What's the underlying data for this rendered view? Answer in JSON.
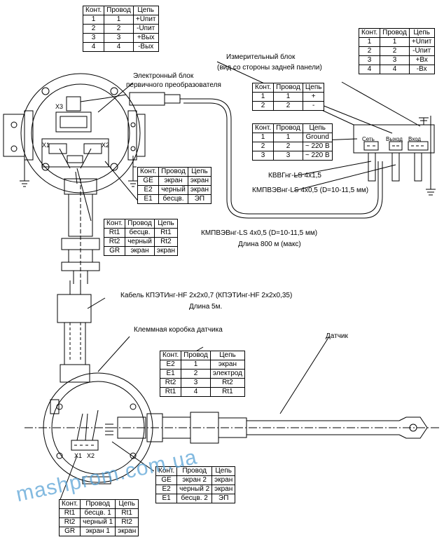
{
  "tables": {
    "top_sensor": {
      "header": [
        "Конт.",
        "Провод",
        "Цепь"
      ],
      "rows": [
        [
          "1",
          "1",
          "+Uпит"
        ],
        [
          "2",
          "2",
          "-Uпит"
        ],
        [
          "3",
          "3",
          "+Вых"
        ],
        [
          "4",
          "4",
          "-Вых"
        ]
      ]
    },
    "meas_block_rear": {
      "header": [
        "Конт.",
        "Провод",
        "Цепь"
      ],
      "rows": [
        [
          "1",
          "1",
          "+Uпит"
        ],
        [
          "2",
          "2",
          "-Uпит"
        ],
        [
          "3",
          "3",
          "+Вх"
        ],
        [
          "4",
          "4",
          "-Вх"
        ]
      ]
    },
    "exit_signal": {
      "header": [
        "Конт.",
        "Провод",
        "Цепь"
      ],
      "rows": [
        [
          "1",
          "1",
          "+"
        ],
        [
          "2",
          "2",
          "-"
        ]
      ]
    },
    "power": {
      "header": [
        "Конт.",
        "Провод",
        "Цепь"
      ],
      "rows": [
        [
          "1",
          "1",
          "Ground"
        ],
        [
          "2",
          "2",
          "~ 220 В"
        ],
        [
          "3",
          "3",
          "~ 220 В"
        ]
      ]
    },
    "x1_contacts": {
      "header": [
        "Конт.",
        "Провод",
        "Цепь"
      ],
      "rows": [
        [
          "GE",
          "экран",
          "экран"
        ],
        [
          "E2",
          "черный",
          "экран"
        ],
        [
          "E1",
          "бесцв.",
          "ЭП"
        ]
      ]
    },
    "x2_contacts": {
      "header": [
        "Конт.",
        "Провод",
        "Цепь"
      ],
      "rows": [
        [
          "Rt1",
          "бесцв.",
          "Rt1"
        ],
        [
          "Rt2",
          "черный",
          "Rt2"
        ],
        [
          "GR",
          "экран",
          "экран"
        ]
      ]
    },
    "junction_box": {
      "header": [
        "Конт.",
        "Провод",
        "Цепь"
      ],
      "rows": [
        [
          "E2",
          "1",
          "экран"
        ],
        [
          "E1",
          "2",
          "электрод"
        ],
        [
          "Rt2",
          "3",
          "Rt2"
        ],
        [
          "Rt1",
          "4",
          "Rt1"
        ]
      ]
    },
    "bottom_x2": {
      "header": [
        "Конт.",
        "Провод",
        "Цепь"
      ],
      "rows": [
        [
          "GE",
          "экран 2",
          "экран"
        ],
        [
          "E2",
          "черный 2",
          "экран"
        ],
        [
          "E1",
          "бесцв. 2",
          "ЭП"
        ]
      ]
    },
    "bottom_x1": {
      "header": [
        "Конт.",
        "Провод",
        "Цепь"
      ],
      "rows": [
        [
          "Rt1",
          "бесцв. 1",
          "Rt1"
        ],
        [
          "Rt2",
          "черный 1",
          "Rt2"
        ],
        [
          "GR",
          "экран 1",
          "экран"
        ]
      ]
    }
  },
  "labels": {
    "meas_block_title": "Измерительный блок",
    "meas_block_sub": "(вид со стороны задней панели)",
    "electronic_block_1": "Электронный блок",
    "electronic_block_2": "первичного преобразователя",
    "x3": "X3",
    "x1_top": "X1",
    "x2_top": "X2",
    "set": "Сеть",
    "vyhod": "Выход",
    "vhod": "Вход",
    "kvvg": "КВВГнг-LS 4х1,5",
    "kmpvevng_short": "КМПВЭВнг-LS 4х0,5 (D=10-11,5 мм)",
    "kmpvevng_long": "КМПВЭВнг-LS 4х0,5 (D=10-11,5 мм)",
    "length_800": "Длина 800 м (макс)",
    "cable_kpeting": "Кабель КПЭТИнг-HF 2х2х0,7  (КПЭТИнг-HF 2х2х0,35)",
    "length_5": "Длина 5м.",
    "junction_box_title": "Клеммная коробка датчика",
    "sensor": "Датчик",
    "x1_bottom": "X1",
    "x2_bottom": "X2"
  },
  "watermark": "mashprom.com.ua",
  "colors": {
    "line": "#000000",
    "watermark": "#5aa3d6"
  }
}
